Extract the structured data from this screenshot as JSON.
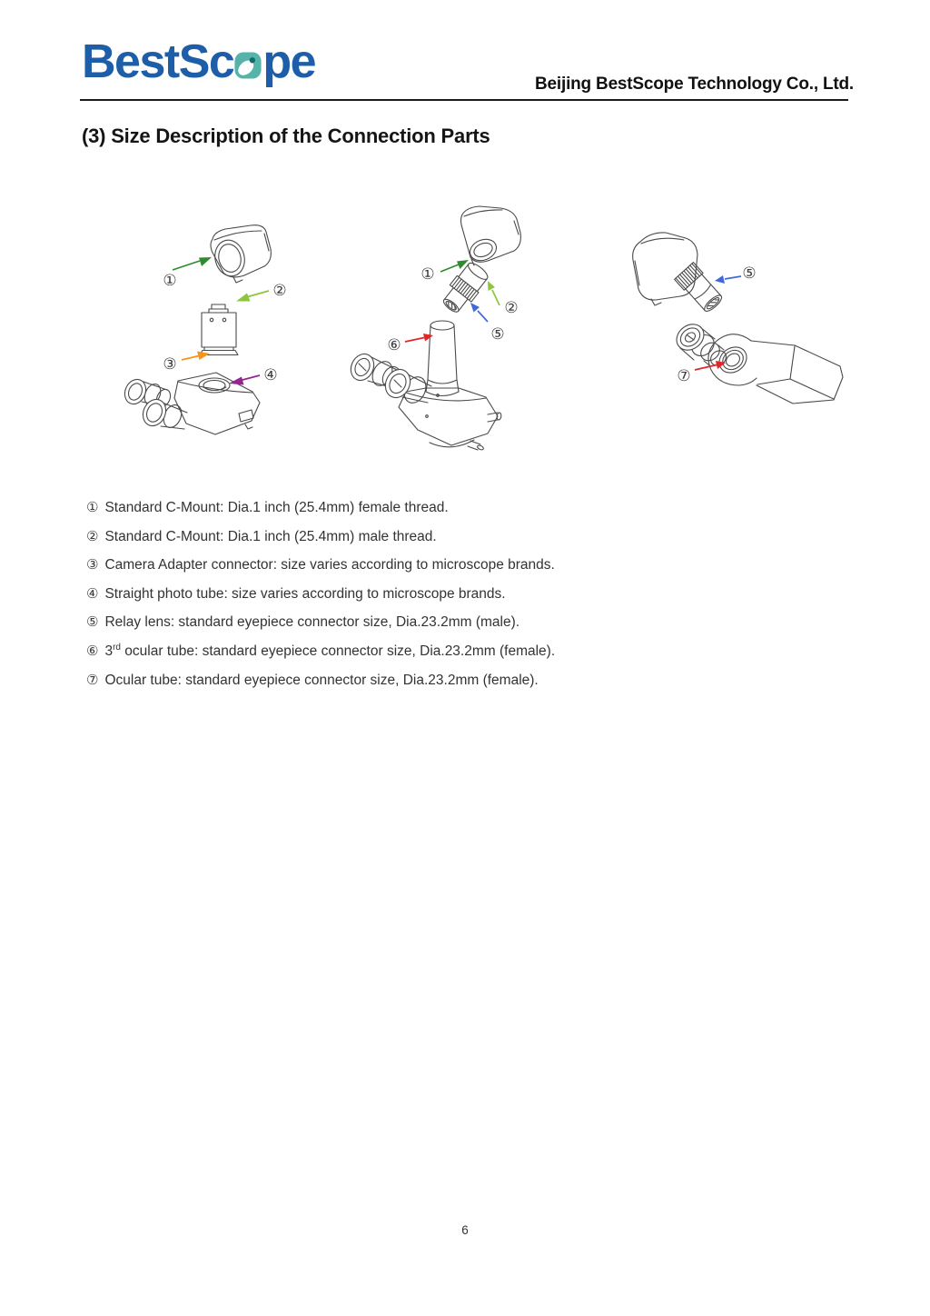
{
  "header": {
    "logo": {
      "text_pre": "BestSc",
      "text_post": "pe"
    },
    "company": "Beijing BestScope Technology Co., Ltd."
  },
  "title": "(3) Size Description of the Connection Parts",
  "figures": {
    "fig1": {
      "labels": [
        "①",
        "②",
        "③",
        "④"
      ]
    },
    "fig2": {
      "labels": [
        "①",
        "②",
        "⑤",
        "⑥"
      ]
    },
    "fig3": {
      "labels": [
        "⑤",
        "⑦"
      ]
    }
  },
  "items": [
    {
      "marker": "①",
      "text": "Standard C-Mount: Dia.1 inch (25.4mm) female thread.",
      "sup": "",
      "text2": ""
    },
    {
      "marker": "②",
      "text": "Standard C-Mount: Dia.1 inch (25.4mm) male thread.",
      "sup": "",
      "text2": ""
    },
    {
      "marker": "③",
      "text": "Camera Adapter connector: size varies according to microscope brands.",
      "sup": "",
      "text2": ""
    },
    {
      "marker": "④",
      "text": "Straight photo tube: size varies according to microscope brands.",
      "sup": "",
      "text2": ""
    },
    {
      "marker": "⑤",
      "text": "Relay lens: standard eyepiece connector size, Dia.23.2mm (male).",
      "sup": "",
      "text2": ""
    },
    {
      "marker": "⑥",
      "text": "3",
      "sup": "rd",
      "text2": " ocular tube: standard eyepiece connector size, Dia.23.2mm (female)."
    },
    {
      "marker": "⑦",
      "text": "Ocular tube: standard eyepiece connector size, Dia.23.2mm (female).",
      "sup": "",
      "text2": ""
    }
  ],
  "footer": {
    "page_number": "6"
  },
  "colors": {
    "logo_blue": "#1e5ea8",
    "logo_teal": "#55b3a9",
    "logo_teal_dark": "#0e6e68",
    "line_art": "#4a4a4a",
    "arrow_dark_green": "#2e8b2e",
    "arrow_light_green": "#8cc63f",
    "arrow_orange": "#f7941d",
    "arrow_purple": "#92278f",
    "arrow_blue": "#4169d8",
    "arrow_red": "#e42527"
  }
}
